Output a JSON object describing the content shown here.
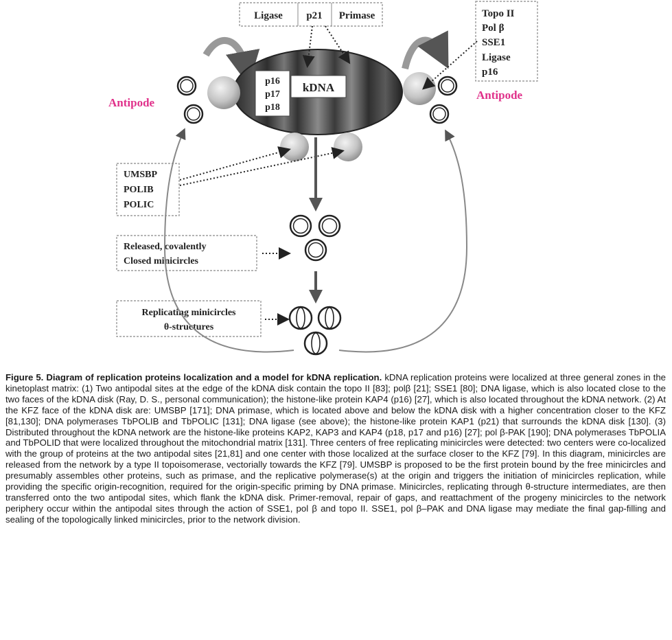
{
  "diagram": {
    "top_boxes": {
      "ligase": "Ligase",
      "p21": "p21",
      "primase": "Primase"
    },
    "disk": {
      "label": "kDNA",
      "proteins": [
        "p16",
        "p17",
        "p18"
      ]
    },
    "right_box": [
      "Topo II",
      "Pol β",
      "SSE1",
      "Ligase",
      "p16"
    ],
    "antipode_left": "Antipode",
    "antipode_right": "Antipode",
    "left_box": [
      "UMSBP",
      "POLIB",
      "POLIC"
    ],
    "released_box": [
      "Released, covalently",
      "Closed minicircles"
    ],
    "replicating_box": [
      "Replicating minicircles",
      "θ-structures"
    ]
  },
  "caption": {
    "figure_label": "Figure 5.",
    "figure_title": "Diagram of replication proteins localization and a model for kDNA replication.",
    "body": "kDNA replication proteins were localized at three general zones in the kinetoplast matrix: (1) Two antipodal sites at the edge of the kDNA disk contain the topo II [83]; polβ [21]; SSE1 [80]; DNA ligase, which is also located close to the two faces of the kDNA disk (Ray, D. S., personal communication); the histone-like protein KAP4 (p16) [27], which is also located throughout the kDNA network. (2) At the KFZ face of the kDNA disk are: UMSBP [171]; DNA primase, which is located above and below the kDNA disk with a higher concentration closer to the KFZ [81,130]; DNA polymerases TbPOLIB and TbPOLIC [131]; DNA ligase (see above); the histone-like protein KAP1 (p21) that surrounds the kDNA disk [130]. (3) Distributed throughout the kDNA network are the histone-like proteins KAP2, KAP3 and KAP4 (p18, p17 and p16) [27]; pol β-PAK [190]; DNA polymerases TbPOLIA and TbPOLID that were localized throughout the mitochondrial matrix [131]. Three centers of free replicating minicircles were detected: two centers were co-localized with the group of proteins at the two antipodal sites [21,81] and one center with those localized at the surface closer to the KFZ [79]. In this diagram, minicircles are released from the network by a type II topoisomerase, vectorially towards the KFZ [79]. UMSBP is proposed to be the first protein bound by the free minicircles and presumably assembles other proteins, such as primase, and the replicative polymerase(s) at the origin and triggers the initiation of minicircles replication, while providing the specific origin-recognition, required for the origin-specific priming by DNA primase. Minicircles, replicating through θ-structure intermediates, are then transferred onto the two antipodal sites, which flank the kDNA disk. Primer-removal, repair of gaps, and reattachment of the progeny minicircles to the network periphery occur within the antipodal sites through the action of SSE1, pol β and topo II. SSE1, pol β–PAK and DNA ligase may mediate the final gap-filling and sealing of the topologically linked minicircles, prior to the network division."
  }
}
